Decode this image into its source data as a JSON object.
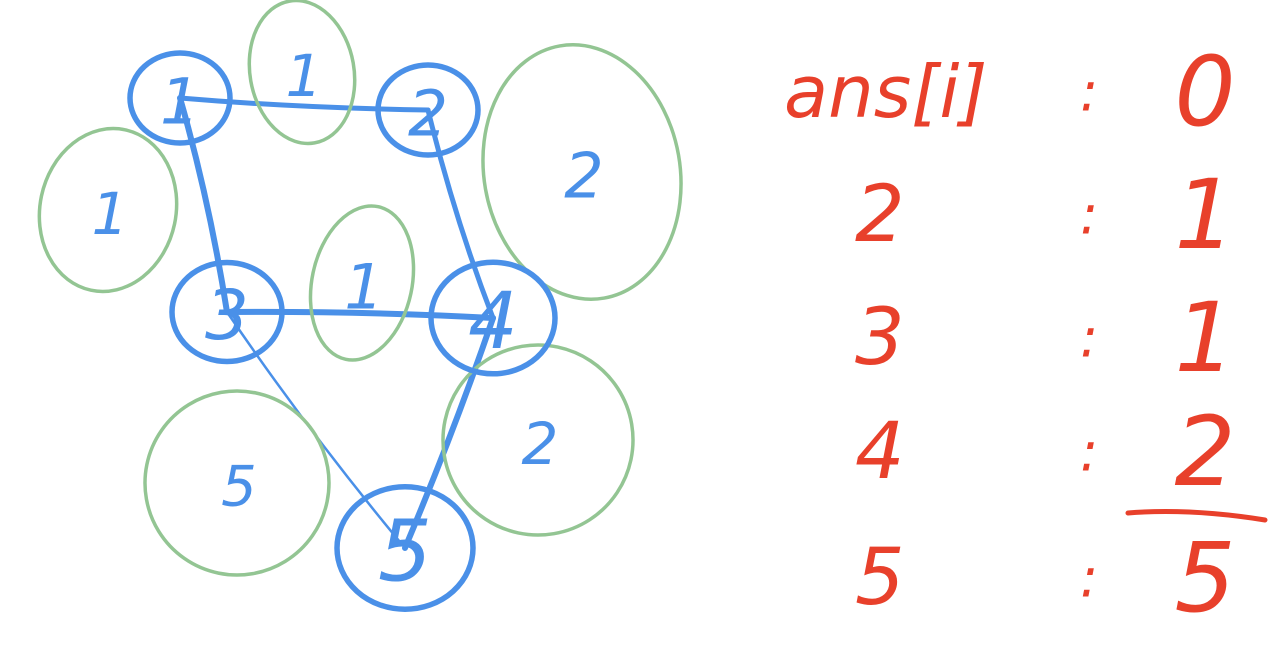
{
  "colors": {
    "node": "#4a90e8",
    "weight": "#93c593",
    "answer": "#e8402b"
  },
  "graph": {
    "nodes": [
      {
        "id": "1",
        "label": "1"
      },
      {
        "id": "2",
        "label": "2"
      },
      {
        "id": "3",
        "label": "3"
      },
      {
        "id": "4",
        "label": "4"
      },
      {
        "id": "5",
        "label": "5"
      }
    ],
    "edges": [
      {
        "from": "1",
        "to": "2",
        "weight": "1"
      },
      {
        "from": "1",
        "to": "3",
        "weight": "1"
      },
      {
        "from": "2",
        "to": "4",
        "weight": "2"
      },
      {
        "from": "3",
        "to": "4",
        "weight": "1"
      },
      {
        "from": "3",
        "to": "5",
        "weight": "5"
      },
      {
        "from": "4",
        "to": "5",
        "weight": "2"
      }
    ]
  },
  "answers": {
    "title": "ans[i]",
    "separator": ":",
    "rows": [
      {
        "index": "",
        "value": "0"
      },
      {
        "index": "2",
        "value": "1"
      },
      {
        "index": "3",
        "value": "1"
      },
      {
        "index": "4",
        "value": "2"
      },
      {
        "index": "5",
        "value": "5"
      }
    ]
  }
}
